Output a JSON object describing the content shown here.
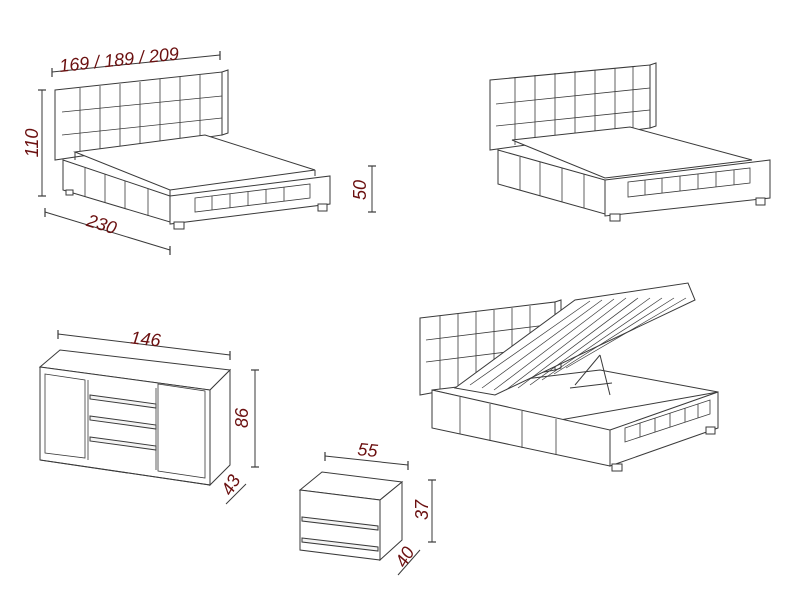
{
  "dimensions": {
    "bed_width_options": "169 / 189 / 209",
    "bed_headboard_height": "110",
    "bed_length": "230",
    "bed_frame_height": "50",
    "dresser_width": "146",
    "dresser_height": "86",
    "dresser_depth": "43",
    "nightstand_width": "55",
    "nightstand_height": "37",
    "nightstand_depth": "40"
  },
  "colors": {
    "label": "#6b1010",
    "line": "#3a3a3a",
    "background": "#ffffff"
  }
}
